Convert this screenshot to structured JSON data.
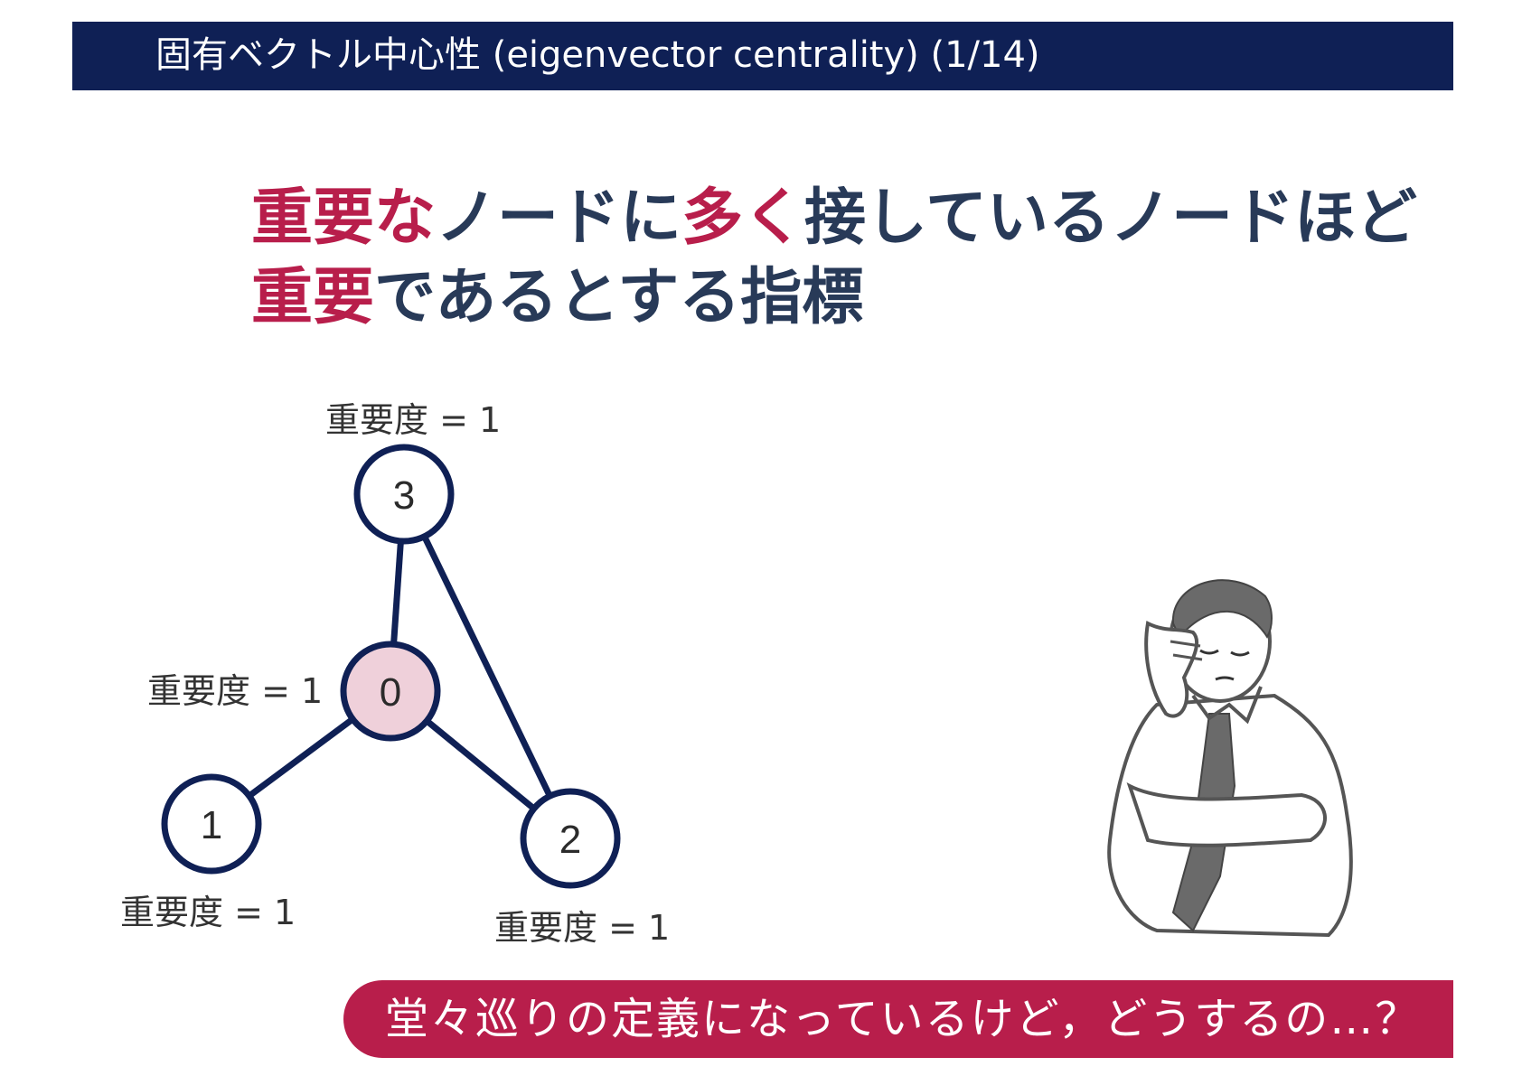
{
  "header": {
    "title": "固有ベクトル中心性 (eigenvector centrality) (1/14)"
  },
  "headline": {
    "line1": [
      {
        "text": "重要な",
        "accent": true
      },
      {
        "text": "ノードに",
        "accent": false
      },
      {
        "text": "多く",
        "accent": true
      },
      {
        "text": "接しているノードほど",
        "accent": false
      }
    ],
    "line2": [
      {
        "text": "重要",
        "accent": true
      },
      {
        "text": "であるとする指標",
        "accent": false
      }
    ]
  },
  "graph": {
    "nodes": [
      {
        "id": "0",
        "label": "0",
        "importance": "重要度 = 1",
        "highlighted": true
      },
      {
        "id": "1",
        "label": "1",
        "importance": "重要度 = 1",
        "highlighted": false
      },
      {
        "id": "2",
        "label": "2",
        "importance": "重要度 = 1",
        "highlighted": false
      },
      {
        "id": "3",
        "label": "3",
        "importance": "重要度 = 1",
        "highlighted": false
      }
    ],
    "edges": [
      [
        "0",
        "1"
      ],
      [
        "0",
        "2"
      ],
      [
        "0",
        "3"
      ],
      [
        "3",
        "2"
      ]
    ]
  },
  "colors": {
    "navy": "#0f2055",
    "accent": "#b81e4b",
    "node_highlight": "#efd0da",
    "headline_text": "#283a58"
  },
  "banner": {
    "text": "堂々巡りの定義になっているけど，どうするの…？"
  }
}
